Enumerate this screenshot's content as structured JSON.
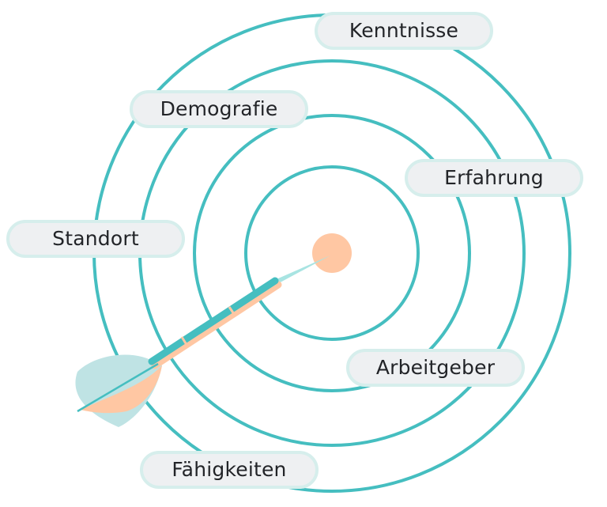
{
  "labels": {
    "kenntnisse": "Kenntnisse",
    "demografie": "Demografie",
    "erfahrung": "Erfahrung",
    "standort": "Standort",
    "arbeitgeber": "Arbeitgeber",
    "faehigkeiten": "Fähigkeiten"
  },
  "colors": {
    "ring": "#45bec0",
    "bullseye": "#ffc7a3",
    "pill_fill": "#eef0f2",
    "pill_border": "#d6eeec",
    "dart_shaft": "#45bec0",
    "dart_accent": "#ffc7a3",
    "dart_flight": "#bfe3e4"
  },
  "icons": {
    "target": "target-rings",
    "dart": "dart-icon"
  }
}
